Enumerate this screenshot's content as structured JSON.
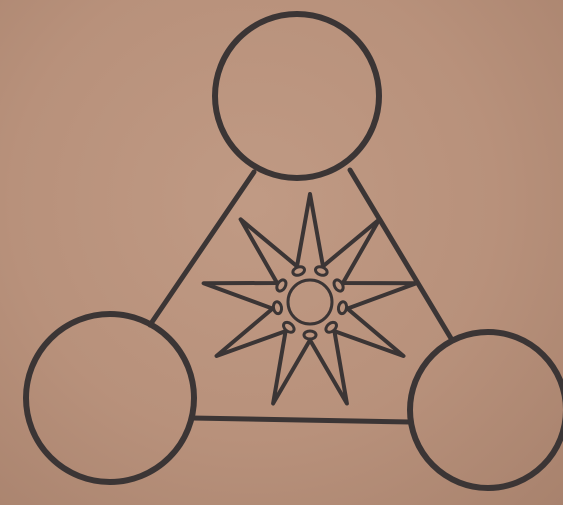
{
  "diagram": {
    "nodes": [
      {
        "id": "top",
        "label": ""
      },
      {
        "id": "bottom-left",
        "label": ""
      },
      {
        "id": "bottom-right",
        "label": ""
      }
    ],
    "edges": [
      {
        "from": "top",
        "to": "bottom-left"
      },
      {
        "from": "top",
        "to": "bottom-right"
      },
      {
        "from": "bottom-left",
        "to": "bottom-right"
      }
    ],
    "center_symbol": {
      "icon": "star-icon",
      "points": 9,
      "inner_pattern": "beaded-ring"
    },
    "colors": {
      "background": "#b8917b",
      "ink": "#3b3535"
    }
  }
}
